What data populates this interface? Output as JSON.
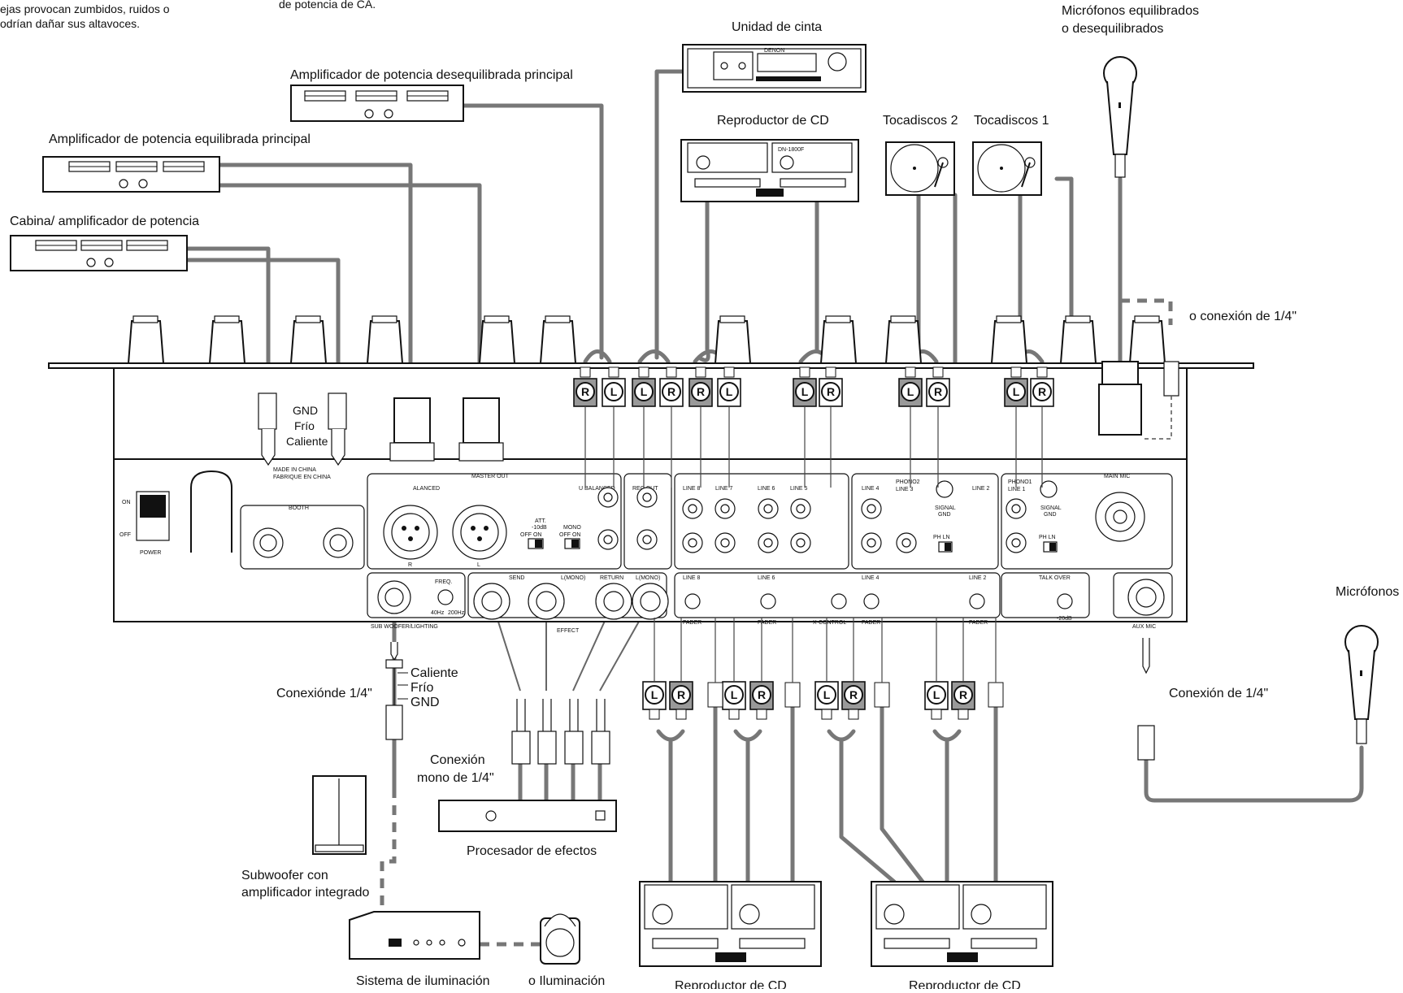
{
  "notes": {
    "left_line1": "ejas provocan zumbidos, ruidos o",
    "left_line2": "odrían dañar sus altavoces.",
    "mid_line": "de potencia de CA."
  },
  "labels": {
    "tape_unit": "Unidad de cinta",
    "cd_top": "Reproductor de CD",
    "turntable2": "Tocadiscos 2",
    "turntable1": "Tocadiscos 1",
    "mic_balanced_1": "Micrófonos equilibrados",
    "mic_balanced_2": "o desequilibrados",
    "amp_unbalanced": "Amplificador de potencia desequilibrada principal",
    "amp_balanced": "Amplificador de potencia equilibrada principal",
    "booth_amp": "Cabina/ amplificador de potencia",
    "quarter_inch_or": "o conexión de 1/4\"",
    "gnd": "GND",
    "cold": "Frío",
    "hot": "Caliente",
    "hot2": "Caliente",
    "cold2": "Frío",
    "gnd2": "GND",
    "conn_quarter": "Conexiónde 1/4\"",
    "mono_conn_1": "Conexión",
    "mono_conn_2": "mono de 1/4\"",
    "effects_proc": "Procesador de efectos",
    "subwoofer_1": "Subwoofer con",
    "subwoofer_2": "amplificador integrado",
    "lighting_system": "Sistema de iluminación",
    "or_lighting": "o Iluminación",
    "cd_bottom_left": "Reproductor de CD",
    "cd_bottom_right": "Reproductor de CD",
    "microphones": "Micrófonos",
    "conn_quarter_right": "Conexión de 1/4\""
  },
  "panel": {
    "made_in_1": "MADE IN CHINA",
    "made_in_2": "FABRIQUE EN CHINA",
    "booth": "BOOTH",
    "on": "ON",
    "off": "OFF",
    "power": "POWER",
    "master_out": "MASTER OUT",
    "balanced": "ALANCED",
    "unbalanced": "U  BALANCED",
    "r": "R",
    "l": "L",
    "att_1": "ATT.",
    "att_2": "-10dB",
    "att_3": "OFF  ON",
    "mono_1": "MONO",
    "mono_2": "OFF  ON",
    "rec_out": "REC OUT",
    "line8": "LINE 8",
    "line7": "LINE 7",
    "line6": "LINE 6",
    "line5": "LINE 5",
    "line4": "LINE 4",
    "phono2": "PHONO2",
    "line3": "LINE 3",
    "line2": "LINE 2",
    "phono1": "PHONO1",
    "line1": "LINE 1",
    "signal_gnd_1": "SIGNAL",
    "signal_gnd_2": "GND",
    "ph_ln": "PH  LN",
    "main_mic": "MAIN MIC",
    "freq": "FREQ.",
    "hz40": "40Hz",
    "hz200": "200Hz",
    "sub_lighting": "SUB  WOOFER/LIGHTING",
    "send": "SEND",
    "l_mono": "L(MONO)",
    "return": "RETURN",
    "effects": "EFFECT",
    "fader": "FADER",
    "x_control": "X-CONTROL",
    "talk_over": "TALK OVER",
    "minus20": "-20dB",
    "aux_mic": "AUX MIC",
    "denon": "DENON",
    "dn1800f": "DN-1800F"
  },
  "plug_letters": [
    "R",
    "L",
    "L",
    "R",
    "R",
    "L",
    "L",
    "R",
    "L",
    "R",
    "L",
    "R"
  ],
  "bottom_plug_letters": [
    "L",
    "R",
    "L",
    "R",
    "L",
    "R",
    "L",
    "R"
  ]
}
